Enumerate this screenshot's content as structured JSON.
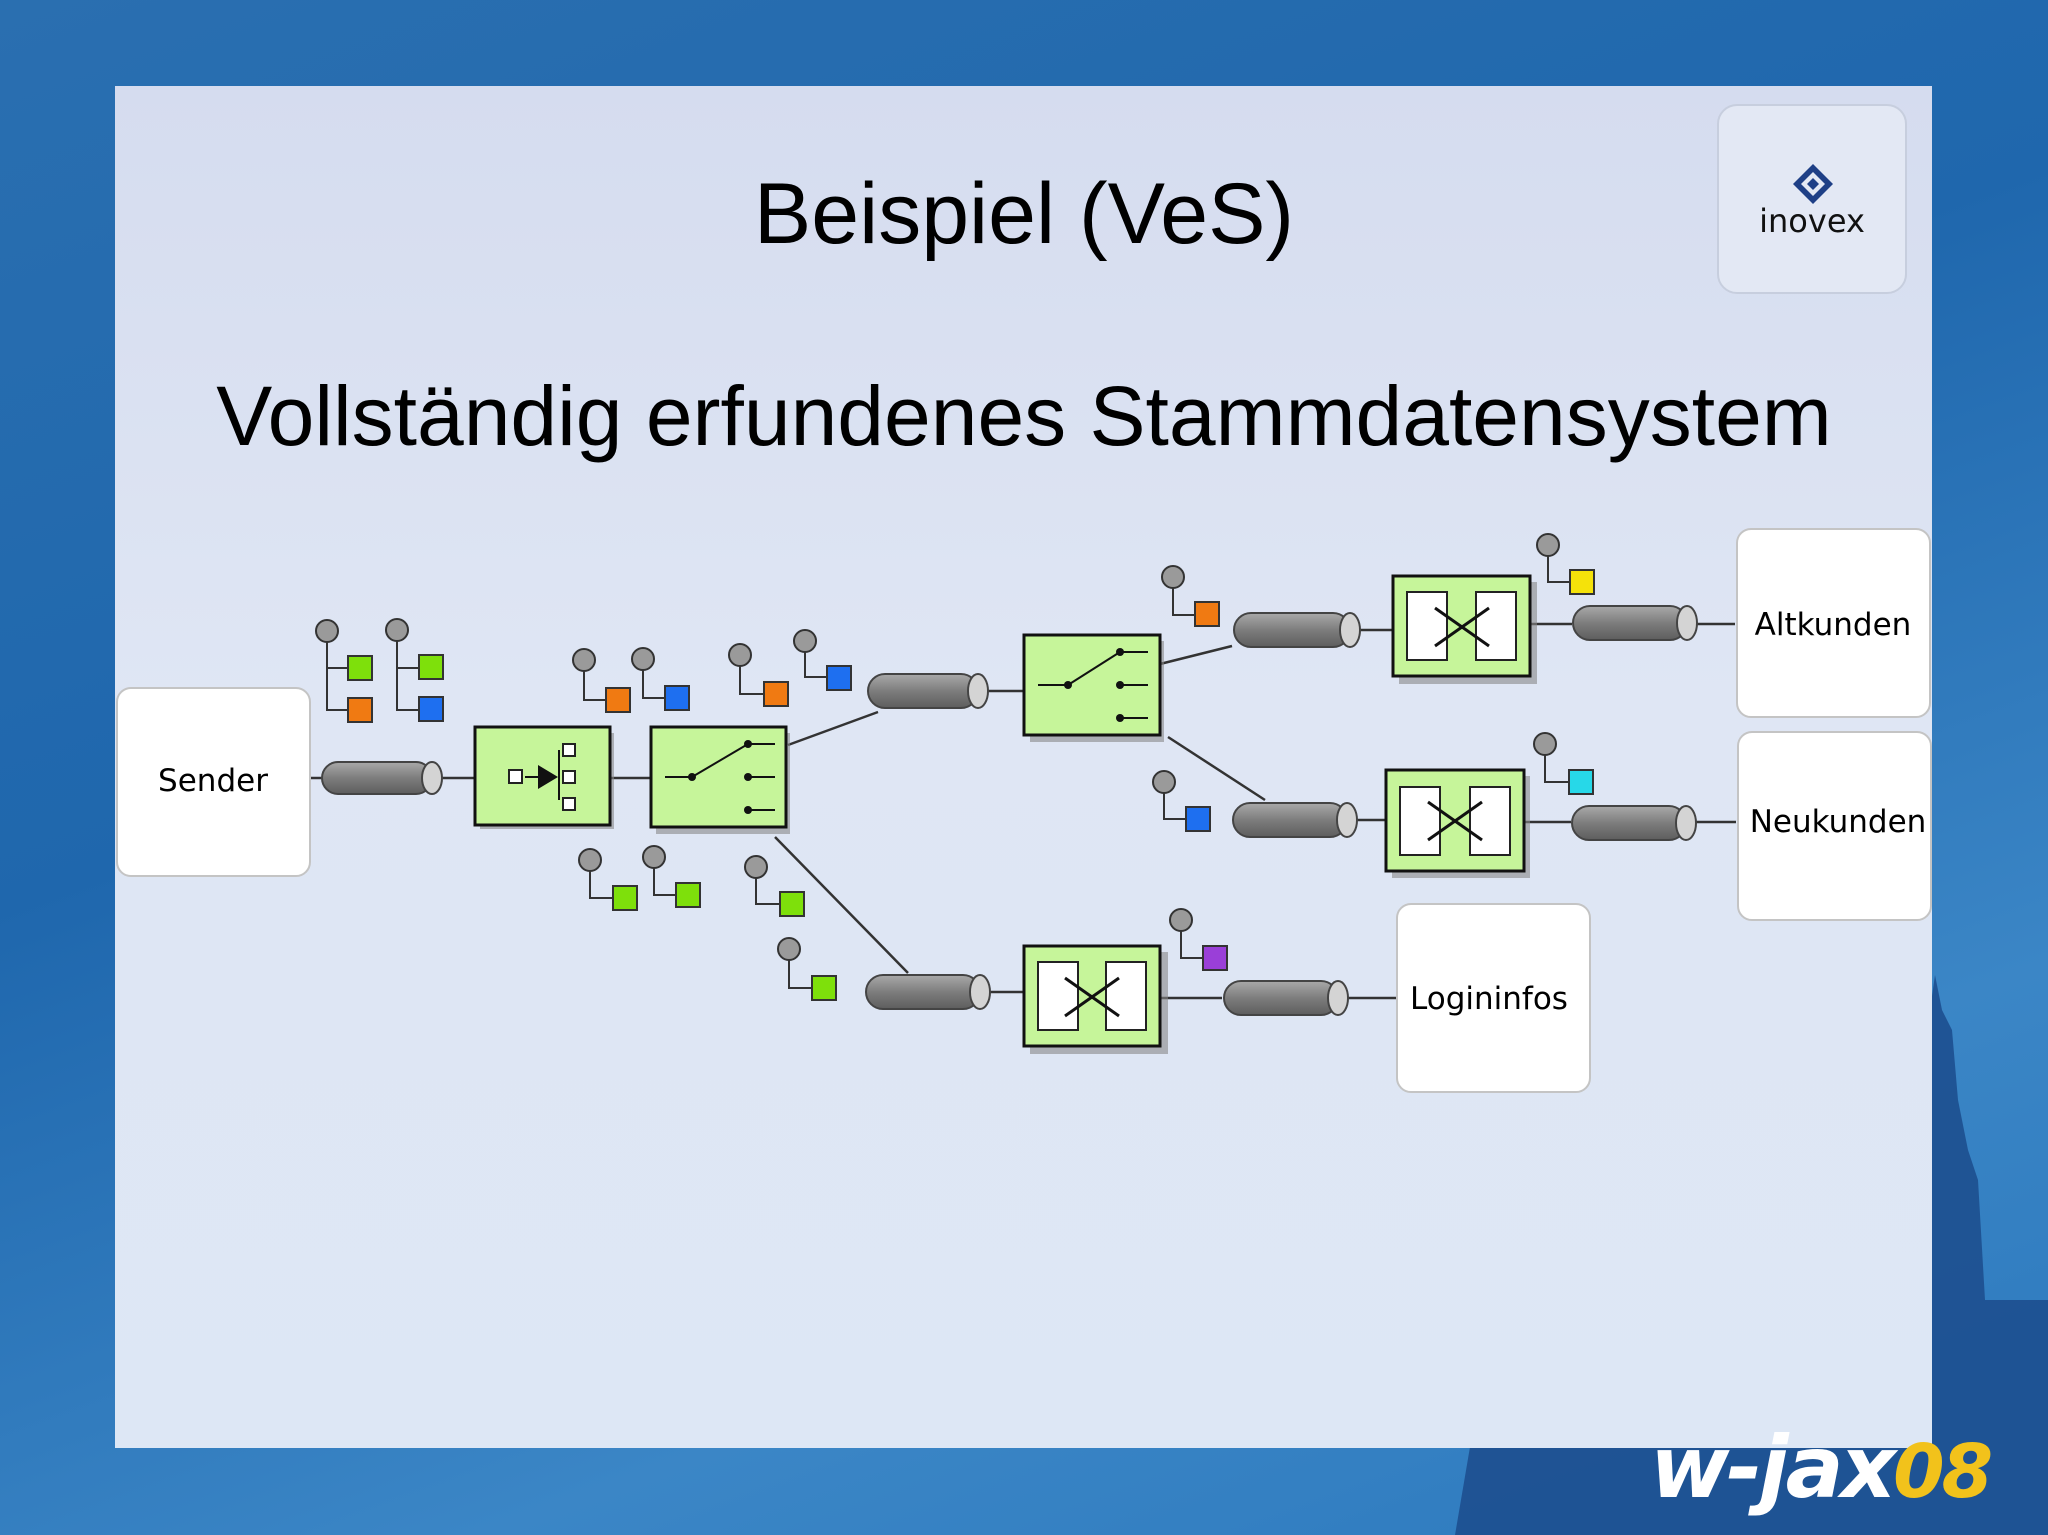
{
  "slide": {
    "title": "Beispiel (VeS)",
    "subtitle": "Vollständig erfundenes Stammdatensystem"
  },
  "logo": {
    "text": "inovex",
    "icon": "inovex-diamond-icon"
  },
  "branding": {
    "event": "w-jax",
    "year": "08"
  },
  "nodes": {
    "sender": "Sender",
    "altkunden": "Altkunden",
    "neukunden": "Neukunden",
    "logininfos": "Logininfos"
  },
  "colors": {
    "component_fill": "#c6f59a",
    "channel_fill": "#8a8a8a",
    "green": "#7ee00b",
    "orange": "#f07a12",
    "blue": "#1e6ff0",
    "yellow": "#f5e20a",
    "cyan": "#27d8e8",
    "purple": "#9a3fd8"
  }
}
